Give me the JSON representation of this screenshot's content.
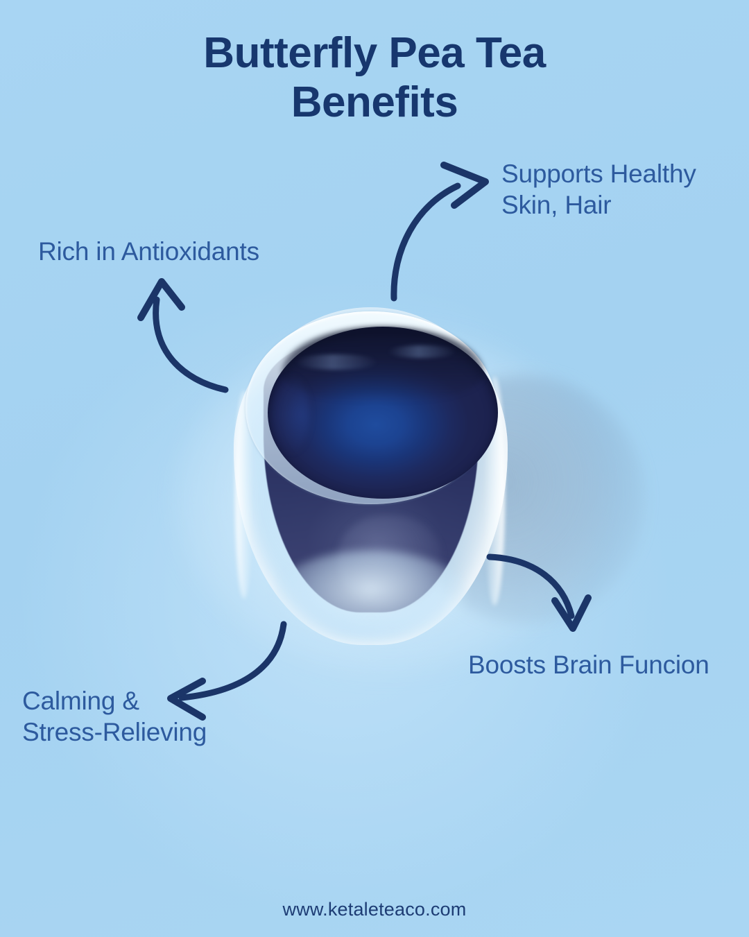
{
  "poster": {
    "title_line1": "Butterfly Pea Tea",
    "title_line2": "Benefits",
    "background_color": "#a6d4f2",
    "title_color": "#17376e",
    "label_color": "#2d5a9e",
    "arrow_color": "#1b3568",
    "footer_color": "#1d3c74"
  },
  "benefits": [
    {
      "id": "antioxidants",
      "label": "Rich in Antioxidants",
      "position": "top-left",
      "arrow": "curved-arrow-up-left"
    },
    {
      "id": "skin-hair",
      "label": "Supports Healthy\nSkin, Hair",
      "position": "top-right",
      "arrow": "curved-arrow-up-right"
    },
    {
      "id": "brain",
      "label": "Boosts Brain Funcion",
      "position": "bottom-right",
      "arrow": "curved-arrow-down-right"
    },
    {
      "id": "calming",
      "label": "Calming &\nStress-Relieving",
      "position": "bottom-left",
      "arrow": "curved-arrow-down-left"
    }
  ],
  "product": {
    "image_description": "double-walled glass cup of deep indigo butterfly pea tea",
    "tea_color": "#1d2450",
    "tea_highlight_color": "#1f4c9e",
    "glass_color": "#e8f5fe"
  },
  "footer": {
    "website": "www.ketaleteaco.com"
  }
}
